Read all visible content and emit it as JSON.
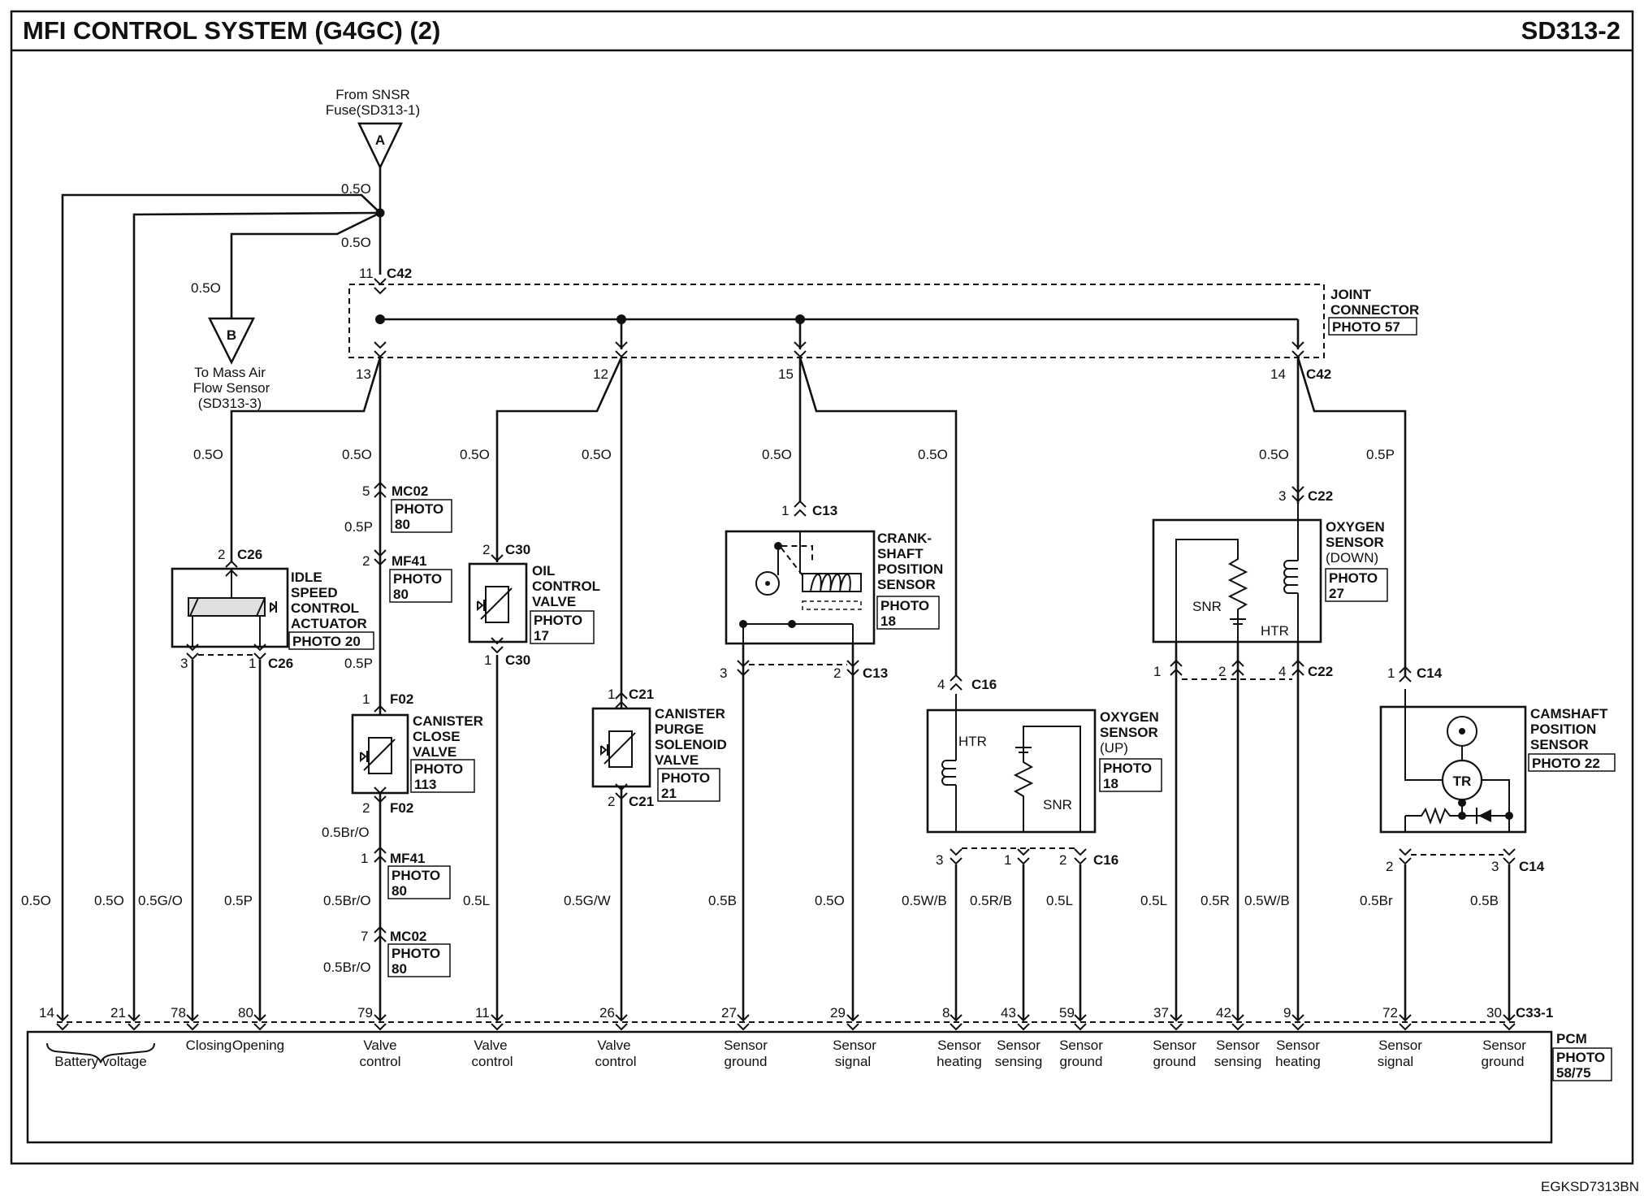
{
  "header": {
    "title": "MFI CONTROL SYSTEM (G4GC) (2)",
    "page_code": "SD313-2"
  },
  "footer_code": "EGKSD7313BN",
  "refs": {
    "a_letter": "A",
    "a_line1": "From SNSR",
    "a_line2": "Fuse(SD313-1)",
    "b_letter": "B",
    "b_line1": "To Mass Air",
    "b_line2": "Flow Sensor",
    "b_line3": "(SD313-3)"
  },
  "joint": {
    "line1": "JOINT",
    "line2": "CONNECTOR",
    "photo": "PHOTO 57",
    "conn": "C42",
    "conn2": "C42",
    "pins": [
      "11",
      "13",
      "12",
      "15",
      "14"
    ]
  },
  "wire_labels": [
    "0.5O",
    "0.5O",
    "0.5O",
    "0.5O",
    "0.5O",
    "0.5O",
    "0.5O",
    "0.5O",
    "0.5O",
    "0.5O",
    "0.5P",
    "0.5P",
    "0.5Br/O"
  ],
  "connectors": {
    "mc02a": "MC02",
    "mc02a_pin": "5",
    "mc02a_photo1": "PHOTO",
    "mc02a_photo2": "80",
    "mf41a": "MF41",
    "mf41a_pin": "2",
    "mf41a_photo1": "PHOTO",
    "mf41a_photo2": "80",
    "f02a": "F02",
    "f02a_pin": "1",
    "f02b": "F02",
    "f02b_pin": "2",
    "mf41b": "MF41",
    "mf41b_pin": "1",
    "mf41b_photo1": "PHOTO",
    "mf41b_photo2": "80",
    "mc02b": "MC02",
    "mc02b_pin": "7",
    "mc02b_photo1": "PHOTO",
    "mc02b_photo2": "80",
    "c26a": "C26",
    "c26a_pin": "2",
    "c26b": "C26",
    "c26b_pin1": "3",
    "c26b_pin2": "1",
    "c30a": "C30",
    "c30a_pin": "2",
    "c30b": "C30",
    "c30b_pin": "1",
    "c21a": "C21",
    "c21a_pin": "1",
    "c21b": "C21",
    "c21b_pin": "2",
    "c13a": "C13",
    "c13a_pin": "1",
    "c13b": "C13",
    "c13b_pin1": "3",
    "c13b_pin2": "2",
    "c16a": "C16",
    "c16a_pin": "4",
    "c16b": "C16",
    "c16b_pin1": "3",
    "c16b_pin2": "1",
    "c16b_pin3": "2",
    "c22a": "C22",
    "c22a_pin": "3",
    "c22b": "C22",
    "c22b_pin1": "1",
    "c22b_pin2": "2",
    "c22b_pin3": "4",
    "c14a": "C14",
    "c14a_pin": "1",
    "c14b": "C14",
    "c14b_pin1": "2",
    "c14b_pin2": "3",
    "c331": "C33-1"
  },
  "components": {
    "iac": {
      "l1": "IDLE",
      "l2": "SPEED",
      "l3": "CONTROL",
      "l4": "ACTUATOR",
      "photo": "PHOTO 20"
    },
    "ocv": {
      "l1": "OIL",
      "l2": "CONTROL",
      "l3": "VALVE",
      "photo1": "PHOTO",
      "photo2": "17"
    },
    "ccv": {
      "l1": "CANISTER",
      "l2": "CLOSE",
      "l3": "VALVE",
      "photo1": "PHOTO",
      "photo2": "113"
    },
    "cpsv": {
      "l1": "CANISTER",
      "l2": "PURGE",
      "l3": "SOLENOID",
      "l4": "VALVE",
      "photo1": "PHOTO",
      "photo2": "21"
    },
    "ckp": {
      "l1": "CRANK-",
      "l2": "SHAFT",
      "l3": "POSITION",
      "l4": "SENSOR",
      "photo1": "PHOTO",
      "photo2": "18"
    },
    "o2up": {
      "l1": "OXYGEN",
      "l2": "SENSOR",
      "l3": "(UP)",
      "photo1": "PHOTO",
      "photo2": "18",
      "htr": "HTR",
      "snr": "SNR"
    },
    "o2down": {
      "l1": "OXYGEN",
      "l2": "SENSOR",
      "l3": "(DOWN)",
      "photo1": "PHOTO",
      "photo2": "27",
      "htr": "HTR",
      "snr": "SNR"
    },
    "cmp": {
      "l1": "CAMSHAFT",
      "l2": "POSITION",
      "l3": "SENSOR",
      "photo": "PHOTO 22",
      "tr": "TR"
    }
  },
  "bottom_wires": [
    "0.5O",
    "0.5O",
    "0.5G/O",
    "0.5P",
    "0.5Br/O",
    "0.5Br/O",
    "0.5L",
    "0.5G/W",
    "0.5B",
    "0.5O",
    "0.5W/B",
    "0.5R/B",
    "0.5L",
    "0.5L",
    "0.5R",
    "0.5W/B",
    "0.5Br",
    "0.5B"
  ],
  "pcm_pins": [
    "14",
    "21",
    "78",
    "80",
    "79",
    "11",
    "26",
    "27",
    "29",
    "8",
    "43",
    "59",
    "37",
    "42",
    "9",
    "72",
    "30"
  ],
  "pcm": {
    "label": "PCM",
    "photo1": "PHOTO",
    "photo2": "58/75",
    "functions": [
      {
        "l1": "Battery voltage",
        "l2": ""
      },
      {
        "l1": "Closing",
        "l2": ""
      },
      {
        "l1": "Opening",
        "l2": ""
      },
      {
        "l1": "Valve",
        "l2": "control"
      },
      {
        "l1": "Valve",
        "l2": "control"
      },
      {
        "l1": "Valve",
        "l2": "control"
      },
      {
        "l1": "Sensor",
        "l2": "ground"
      },
      {
        "l1": "Sensor",
        "l2": "signal"
      },
      {
        "l1": "Sensor",
        "l2": "heating"
      },
      {
        "l1": "Sensor",
        "l2": "sensing"
      },
      {
        "l1": "Sensor",
        "l2": "ground"
      },
      {
        "l1": "Sensor",
        "l2": "ground"
      },
      {
        "l1": "Sensor",
        "l2": "sensing"
      },
      {
        "l1": "Sensor",
        "l2": "heating"
      },
      {
        "l1": "Sensor",
        "l2": "signal"
      },
      {
        "l1": "Sensor",
        "l2": "ground"
      }
    ]
  }
}
